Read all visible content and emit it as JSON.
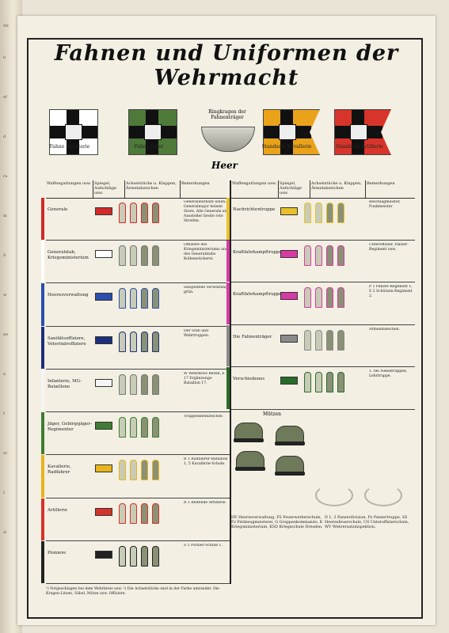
{
  "page": {
    "title": "Fahnen und Uniformen der Wehrmacht",
    "heer": "Heer",
    "gorget_label": "Ringkragen der Fahnenträger"
  },
  "flags": [
    {
      "label": "Fahne Infanterie",
      "field": "#ffffff",
      "cross": "#111111"
    },
    {
      "label": "Fahne Jäger",
      "field": "#4e7a3a",
      "cross": "#111111"
    },
    {
      "label": "Standarte Kavallerie",
      "field": "#e9a21a",
      "cross": "#111111"
    },
    {
      "label": "Standarte Artillerie",
      "field": "#d7352b",
      "cross": "#111111"
    }
  ],
  "headers_left": [
    "Waffengattungen usw.",
    "Spiegel, Aufschläge usw.",
    "Achselstücke u. Klappen, Ärmelabzeichen",
    "Bemerkungen"
  ],
  "headers_right": [
    "Waffengattungen usw.",
    "Spiegel, Aufschläge usw.",
    "Achselstücke u. Klappen, Ärmelabzeichen",
    "Bemerkungen"
  ],
  "rows_left": [
    {
      "name": "Generale",
      "color": "#d22a2a",
      "note": "Generalleutnant einen, Generalmajor keinen Stern. Alle Generale als Aussteller breite rote Streifen."
    },
    {
      "name": "Generalstab, Kriegsministerium",
      "color": "#ffffff",
      "note": "Offiziere des Kriegsministeriums und des Generalstabs Kolbenstickerei."
    },
    {
      "name": "Heeresverwaltung",
      "color": "#2b4fae",
      "note": "Hauptstelle Verwaltung grün."
    },
    {
      "name": "Sanitätsoffiziere, Veterinäroffiziere",
      "color": "#1d2f7a",
      "note": "Der Stab und Wehrtruppen."
    },
    {
      "name": "Infanterie, MG-Bataillone",
      "color": "#f5f5f5",
      "note": "W Wehrkreis Berlin, E 17 Ergänzungs-Bataillon 17."
    },
    {
      "name": "Jäger, Gebirgsjäger-Regimenter",
      "color": "#3f7d34",
      "note": "Truppenkennzeichen"
    },
    {
      "name": "Kavallerie, Radfahrer",
      "color": "#e8b51a",
      "note": "R 1 Radfahrer-Bataillon 1, 5 Kavallerie-Schule."
    },
    {
      "name": "Artillerie",
      "color": "#d5332a",
      "note": "R 1 Reitende Artillerie."
    },
    {
      "name": "Pioniere",
      "color": "#222222",
      "note": "S 1 Pionier-Schule 1."
    }
  ],
  "rows_right": [
    {
      "name": "Nachrichtentruppe",
      "color": "#e8c12a",
      "note": "Beschlagmeister, Funkmeister"
    },
    {
      "name": "Kraftfahrkampftruppen",
      "color": "#d83aa5",
      "note": "Unteroffizier, Panzer-Regiment usw."
    },
    {
      "name": "Kraftfahrkampftruppen",
      "color": "#d83aa5",
      "note": "P 1 Panzer-Regiment 1, S 2 Schützen-Regiment 2."
    },
    {
      "name": "Die Fahnenträger",
      "color": "#8a8a8a",
      "note": "Ärmelabzeichen."
    },
    {
      "name": "Verschiedenes",
      "color": "#2a6b2a",
      "note": "1. bei Nebeltruppen, Lehrtruppe."
    }
  ],
  "caps_label": "Mützen",
  "abbreviations": "HV Heeresverwaltung, FS Feuerwerkerschule, Fz Feldzeugmeisterei, G Gruppenkommando, K Kriegsministerium, KSD Kriegsschule Dresden.",
  "abbreviations_right": "D 1, 2 Panzerdivision, Pz Panzertruppe, SS Heeresfeuerschule, US Unteroffizierschule, WV Wehrersatzinspektion.",
  "footnote": "¹) Vorgeschlagen bei dem Wehrkreis usw. ²) Die Achselstücke sind in der Farbe umrandet. Die Kragen-Litzen, Säbel, Mütze usw. Offiziere.",
  "spine_text": [
    "Mi",
    "b",
    "ef",
    "d",
    "ra",
    "m",
    "S",
    "w",
    "ne",
    "n",
    "f",
    "or",
    "I",
    "zi"
  ]
}
